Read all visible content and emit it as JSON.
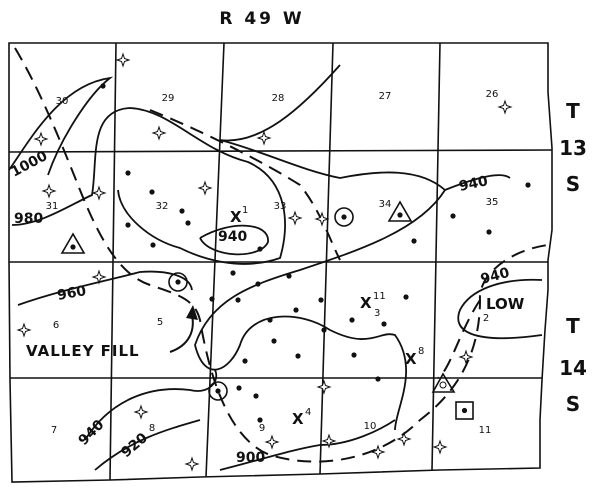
{
  "header": {
    "range": "R 49 W"
  },
  "townships": {
    "t13": [
      "T",
      "13",
      "S"
    ],
    "t14": [
      "T",
      "14",
      "S"
    ]
  },
  "sections": [
    "30",
    "29",
    "28",
    "27",
    "26",
    "31",
    "32",
    "33",
    "34",
    "35",
    "6",
    "5",
    "2",
    "7",
    "8",
    "9",
    "10",
    "11"
  ],
  "contours": [
    "1000",
    "980",
    "940",
    "940",
    "940",
    "960",
    "940",
    "920",
    "900"
  ],
  "labels": {
    "low": "LOW",
    "valley_fill": "VALLEY FILL"
  },
  "wells": [
    {
      "id": "X",
      "sup": "1"
    },
    {
      "id": "X",
      "sup": "11",
      "sub": "3"
    },
    {
      "id": "X",
      "sup": "8"
    },
    {
      "id": "X",
      "sup": "4"
    }
  ]
}
